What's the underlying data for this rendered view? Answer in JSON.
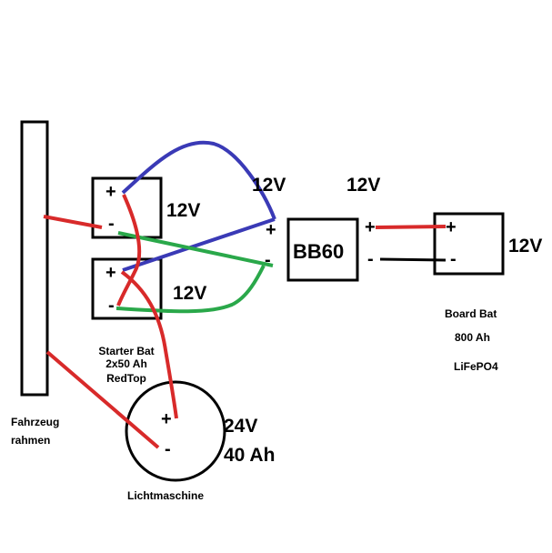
{
  "colors": {
    "outline": "#000000",
    "wire_red": "#d82a2a",
    "wire_blue": "#3a3ab6",
    "wire_green": "#2aa84a",
    "background": "#ffffff"
  },
  "frame": {
    "label_line1": "Fahrzeug",
    "label_line2": "rahmen"
  },
  "starter": {
    "label_line1": "Starter Bat",
    "label_line2": "2x50 Ah",
    "label_line3": "RedTop",
    "top": {
      "plus": "+",
      "minus": "-",
      "voltage": "12V"
    },
    "bottom": {
      "plus": "+",
      "minus": "-",
      "voltage": "12V"
    }
  },
  "converter": {
    "name": "BB60",
    "input_voltage": "12V",
    "output_voltage": "12V",
    "in_plus": "+",
    "in_minus": "-",
    "out_plus": "+",
    "out_minus": "-"
  },
  "board": {
    "label_line1": "Board Bat",
    "label_line2": "800 Ah",
    "label_line3": "LiFePO4",
    "plus": "+",
    "minus": "-",
    "voltage": "12V"
  },
  "alternator": {
    "label": "Lichtmaschine",
    "plus": "+",
    "minus": "-",
    "voltage": "24V",
    "capacity": "40 Ah"
  }
}
